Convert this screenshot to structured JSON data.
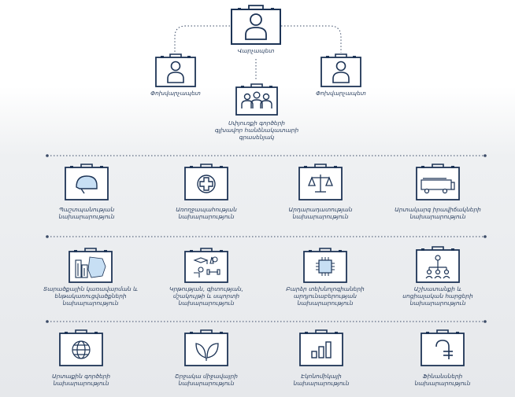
{
  "colors": {
    "icon": "#1d3456",
    "accent": "#c7dff4",
    "divider": "#3a4a66"
  },
  "top": {
    "president": {
      "label": "Վարչապետ",
      "icon": "person-icon"
    },
    "deputy_left": {
      "label": "Փոխվարչապետ",
      "icon": "person-icon"
    },
    "deputy_right": {
      "label": "Փոխվարչապետ",
      "icon": "person-icon"
    },
    "staff": {
      "label": "Սփյուռքի գործերի\nգլխավոր հանձնակատարի\nգրասենյակ",
      "icon": "group-icon"
    }
  },
  "ministries": [
    {
      "label": "Պաշտպանության\nնախարարություն",
      "icon": "helmet-icon"
    },
    {
      "label": "Առողջապահության\nնախարարություն",
      "icon": "medical-cross-icon"
    },
    {
      "label": "Արդարադատության\nնախարարություն",
      "icon": "scales-icon"
    },
    {
      "label": "Արտակարգ իրավիճակների\nնախարարություն",
      "icon": "fire-truck-icon"
    },
    {
      "label": "Տարածքային կառավարման և\nենթակառուցվածքների\nնախարարություն",
      "icon": "buildings-map-icon"
    },
    {
      "label": "Կրթության, գիտության,\nմշակույթի և սպորտի\nնախարարություն",
      "icon": "education-culture-icon"
    },
    {
      "label": "Բարձր տեխնոլոգիաների\nարդյունաբերության\nնախարարություն",
      "icon": "microchip-icon"
    },
    {
      "label": "Աշխատանքի և\nսոցիալական հարցերի\nնախարարություն",
      "icon": "social-network-icon"
    },
    {
      "label": "Արտաքին գործերի\nնախարարություն",
      "icon": "globe-icon"
    },
    {
      "label": "Շրջակա միջավայրի\nնախարարություն",
      "icon": "leaves-icon"
    },
    {
      "label": "Էկոնոմիկայի\nնախարարություն",
      "icon": "bar-chart-icon"
    },
    {
      "label": "Ֆինանսների\nնախարարություն",
      "icon": "dram-icon"
    }
  ]
}
